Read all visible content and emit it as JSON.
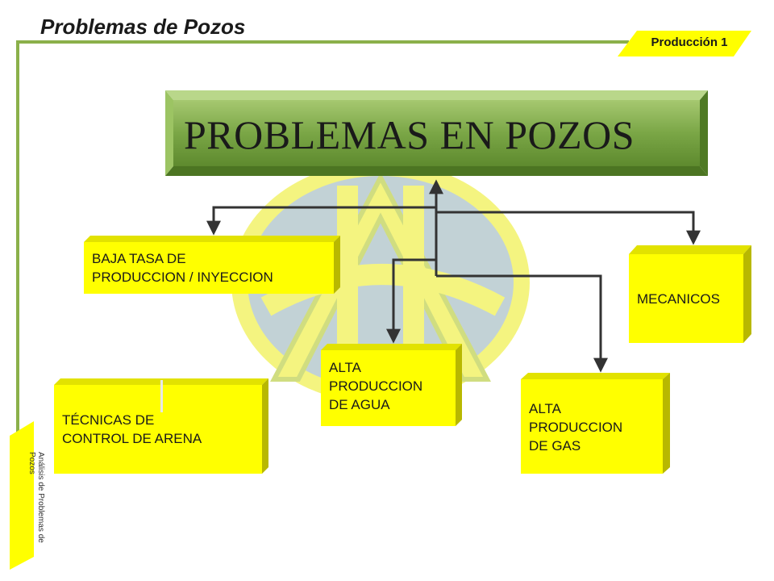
{
  "header": {
    "title": "Problemas de Pozos",
    "tag": "Producción 1",
    "side_label": "Análisis de Problemas de Pozos"
  },
  "diagram": {
    "main_title": "PROBLEMAS EN POZOS",
    "boxes": {
      "baja_tasa": [
        "BAJA TASA DE",
        "PRODUCCION / INYECCION"
      ],
      "mecanicos": [
        "MECANICOS"
      ],
      "alta_agua": [
        "ALTA",
        "PRODUCCION",
        "DE AGUA"
      ],
      "alta_gas": [
        "ALTA",
        "PRODUCCION",
        "DE GAS"
      ],
      "tecnicas_arena": [
        "TÉCNICAS DE",
        "CONTROL DE ARENA"
      ]
    }
  },
  "colors": {
    "accent_green": "#8bb04a",
    "title_box_green": "#6f9a3a",
    "box_yellow": "#ffff00",
    "connector": "#333333",
    "tag_yellow": "#ffff00"
  }
}
